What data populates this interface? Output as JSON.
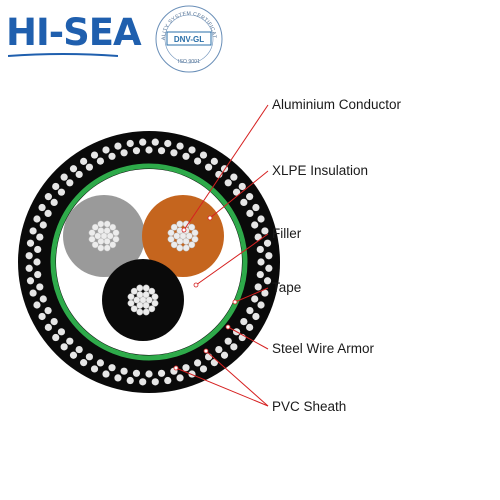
{
  "header": {
    "brand": "HI-SEA",
    "cert_badge": {
      "top_text": "QUALITY SYSTEM CERTIFICATION",
      "center_text": "DNV-GL",
      "bottom_text": "ISO 9001"
    }
  },
  "labels": {
    "conductor": "Aluminium Conductor",
    "insulation": "XLPE Insulation",
    "filler": "Filler",
    "tape": "Tape",
    "armor": "Steel Wire Armor",
    "sheath": "PVC Sheath"
  },
  "colors": {
    "brand": "#1f5fae",
    "sheath": "#0a0a0a",
    "tape": "#2eaa4a",
    "filler": "#ffffff",
    "core_grey": "#9a9a9a",
    "core_orange": "#c5651e",
    "core_black": "#0a0a0a",
    "wire": "#e6e6e6",
    "leader_line": "#d62020"
  }
}
